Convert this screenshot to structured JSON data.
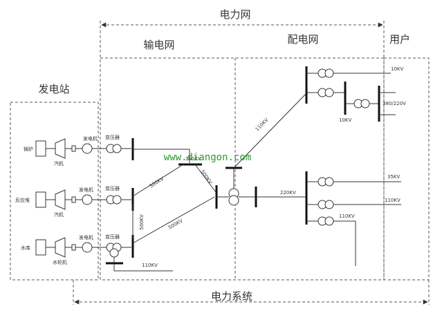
{
  "labels": {
    "power_network": "电力网",
    "power_plant": "发电站",
    "transmission_network": "输电网",
    "distribution_network": "配电网",
    "users": "用户",
    "power_system": "电力系统",
    "watermark": "www.diangon.com"
  },
  "plant": {
    "row1": {
      "source": "锅炉",
      "turbine": "汽机",
      "generator": "发电机",
      "transformer": "变压器"
    },
    "row2": {
      "source": "反应堆",
      "turbine": "汽机",
      "generator": "发电机",
      "transformer": "变压器"
    },
    "row3": {
      "source": "水库",
      "turbine": "水轮机",
      "generator": "发电机",
      "transformer": "变压器"
    }
  },
  "voltages": {
    "v500_a": "500KV",
    "v500_b": "500KV",
    "v500_c": "500KV",
    "v500_d": "500KV",
    "v110_plant": "110KV",
    "v110_upper": "110KV",
    "v220": "220KV",
    "v10_top": "10KV",
    "v10_mid": "10KV",
    "v380": "380/220V",
    "v35": "35KV",
    "v110_right": "110KV",
    "v110_bottom": "110KV"
  }
}
